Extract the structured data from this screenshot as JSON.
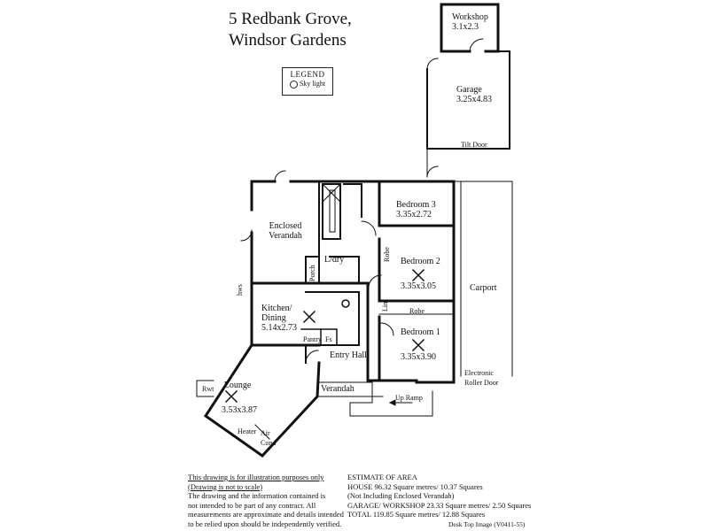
{
  "title": {
    "line1": "5 Redbank Grove,",
    "line2": "Windsor Gardens"
  },
  "legend": {
    "title": "LEGEND",
    "skylight_label": "Sky light"
  },
  "rooms": {
    "workshop": {
      "name": "Workshop",
      "dims": "3.1x2.3"
    },
    "garage": {
      "name": "Garage",
      "dims": "3.25x4.83"
    },
    "tilt_door": "Tilt Door",
    "enclosed_verandah": {
      "line1": "Enclosed",
      "line2": "Verandah"
    },
    "bedroom3": {
      "name": "Bedroom 3",
      "dims": "3.35x2.72"
    },
    "bedroom2": {
      "name": "Bedroom 2",
      "dims": "3.35x3.05"
    },
    "bedroom1": {
      "name": "Bedroom 1",
      "dims": "3.35x3.90"
    },
    "ldry": "L/dry",
    "porch": "Porch",
    "robe_b2": "Robe",
    "robe_b1": "Robe",
    "lin": "Lin",
    "carport": "Carport",
    "kitchen": {
      "line1": "Kitchen/",
      "line2": "Dining",
      "dims": "5.14x2.73"
    },
    "pantry": "Pantry",
    "fs": "Fs",
    "entry_hall": "Entry Hall",
    "lounge": {
      "name": "Lounge",
      "dims": "3.53x3.87"
    },
    "verandah": "Verandah",
    "up_ramp": "Up Ramp",
    "electronic_roller_door": {
      "line1": "Electronic",
      "line2": "Roller Door"
    },
    "heater": "Heater",
    "air_cond": {
      "line1": "Air",
      "line2": "Cond"
    },
    "rwt": "Rwt",
    "hws": "hws"
  },
  "disclaimer": {
    "line1": "This drawing is for illustration purposes only",
    "line2": "(Drawing is not to scale)",
    "line3": "The drawing and the information contained is",
    "line4": "not intended to be part of any contract. All",
    "line5": "measurements are approximate and details intended",
    "line6": "to be relied upon should be independently verified."
  },
  "area": {
    "heading": "ESTIMATE OF AREA",
    "house": "HOUSE 96.32 Square metres/ 10.37 Squares",
    "house_note": "(Not Including Enclosed Verandah)",
    "garage": "GARAGE/ WORKSHOP 23.33 Square metres/ 2.50 Squares",
    "total": "TOTAL 119.85 Square metres/ 12.88 Squares"
  },
  "footer_ref": "Desk Top Image (V0411-55)",
  "colors": {
    "wall": "#111111",
    "background": "#ffffff"
  }
}
